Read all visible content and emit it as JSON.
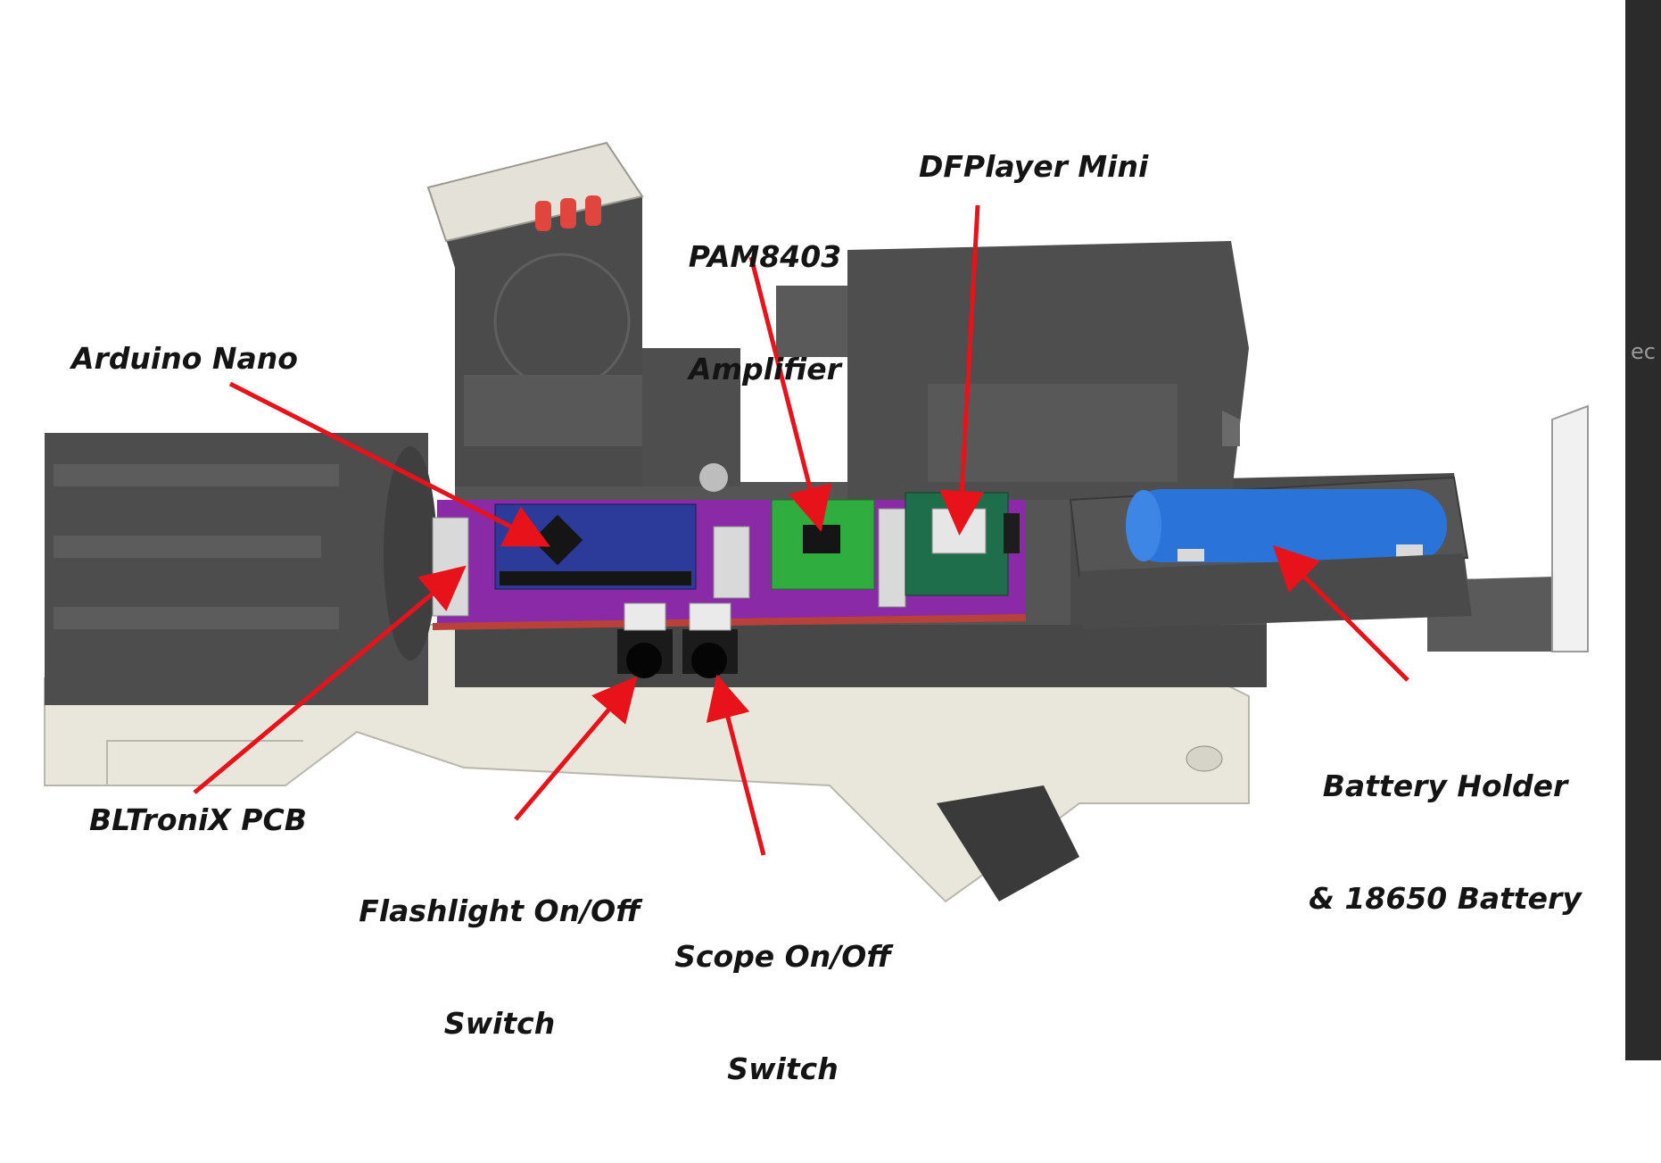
{
  "diagram": {
    "labels": {
      "arduino_nano": "Arduino Nano",
      "pam8403_line1": "PAM8403",
      "pam8403_line2": "Amplifier",
      "dfplayer_mini": "DFPlayer Mini",
      "bltronix_pcb": "BLTroniX PCB",
      "flashlight_line1": "Flashlight On/Off",
      "flashlight_line2": "Switch",
      "scope_line1": "Scope On/Off",
      "scope_line2": "Switch",
      "battery_line1": "Battery Holder",
      "battery_line2": "& 18650 Battery"
    },
    "colors": {
      "arrow": "#e8131a",
      "body_dark": "#4d4d4d",
      "body_light": "#e9e6dc",
      "pcb_purple": "#8a2aa6",
      "nano_blue": "#2c3a9a",
      "amp_green": "#2fae3f",
      "battery_blue": "#2a73d8",
      "frame": "#2b2b2b"
    },
    "edge_text": "ec"
  }
}
